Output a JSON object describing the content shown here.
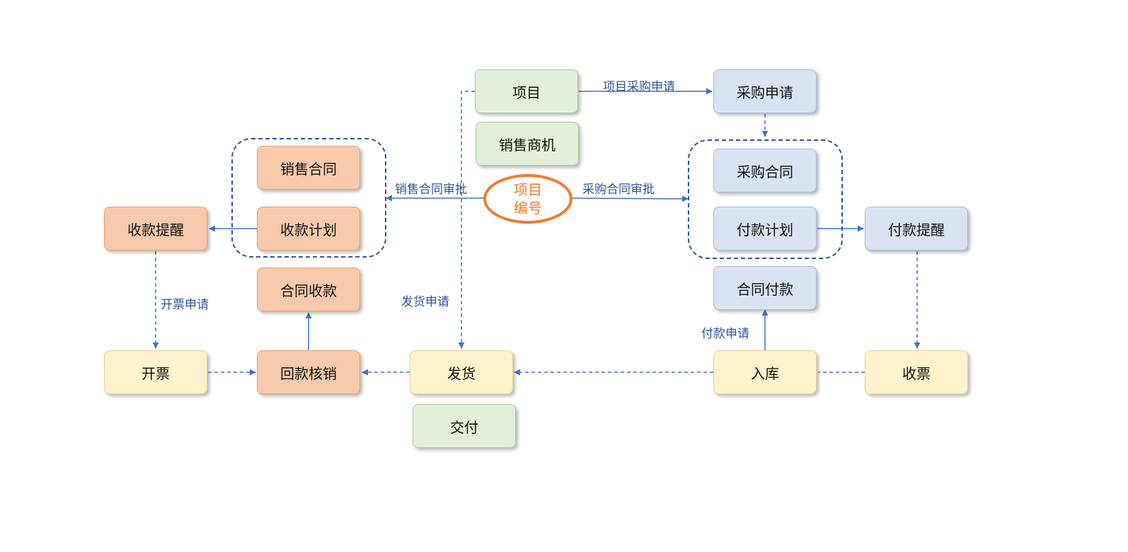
{
  "nodes": {
    "project": "项目",
    "sales_opportunity": "销售商机",
    "purchase_request": "采购申请",
    "sales_contract": "销售合同",
    "collection_plan": "收款计划",
    "collection_reminder": "收款提醒",
    "contract_collection": "合同收款",
    "purchase_contract": "采购合同",
    "payment_plan": "付款计划",
    "payment_reminder": "付款提醒",
    "contract_payment": "合同付款",
    "invoice": "开票",
    "payment_writeoff": "回款核销",
    "shipment": "发货",
    "delivery": "交付",
    "warehousing": "入库",
    "receive_invoice": "收票"
  },
  "center": {
    "line1": "项目",
    "line2": "编号"
  },
  "edge_labels": {
    "project_purchase_request": "项目采购申请",
    "sales_contract_approval": "销售合同审批",
    "purchase_contract_approval": "采购合同审批",
    "invoice_request": "开票申请",
    "shipment_request": "发货申请",
    "payment_request": "付款申请"
  },
  "colors": {
    "project_nodes": "#e2efd9",
    "sales_nodes": "#f7caac",
    "purchase_nodes": "#dae3f3",
    "logistics_nodes": "#fff2cc",
    "center_ring": "#ed7d31",
    "connector": "#4472c4"
  }
}
